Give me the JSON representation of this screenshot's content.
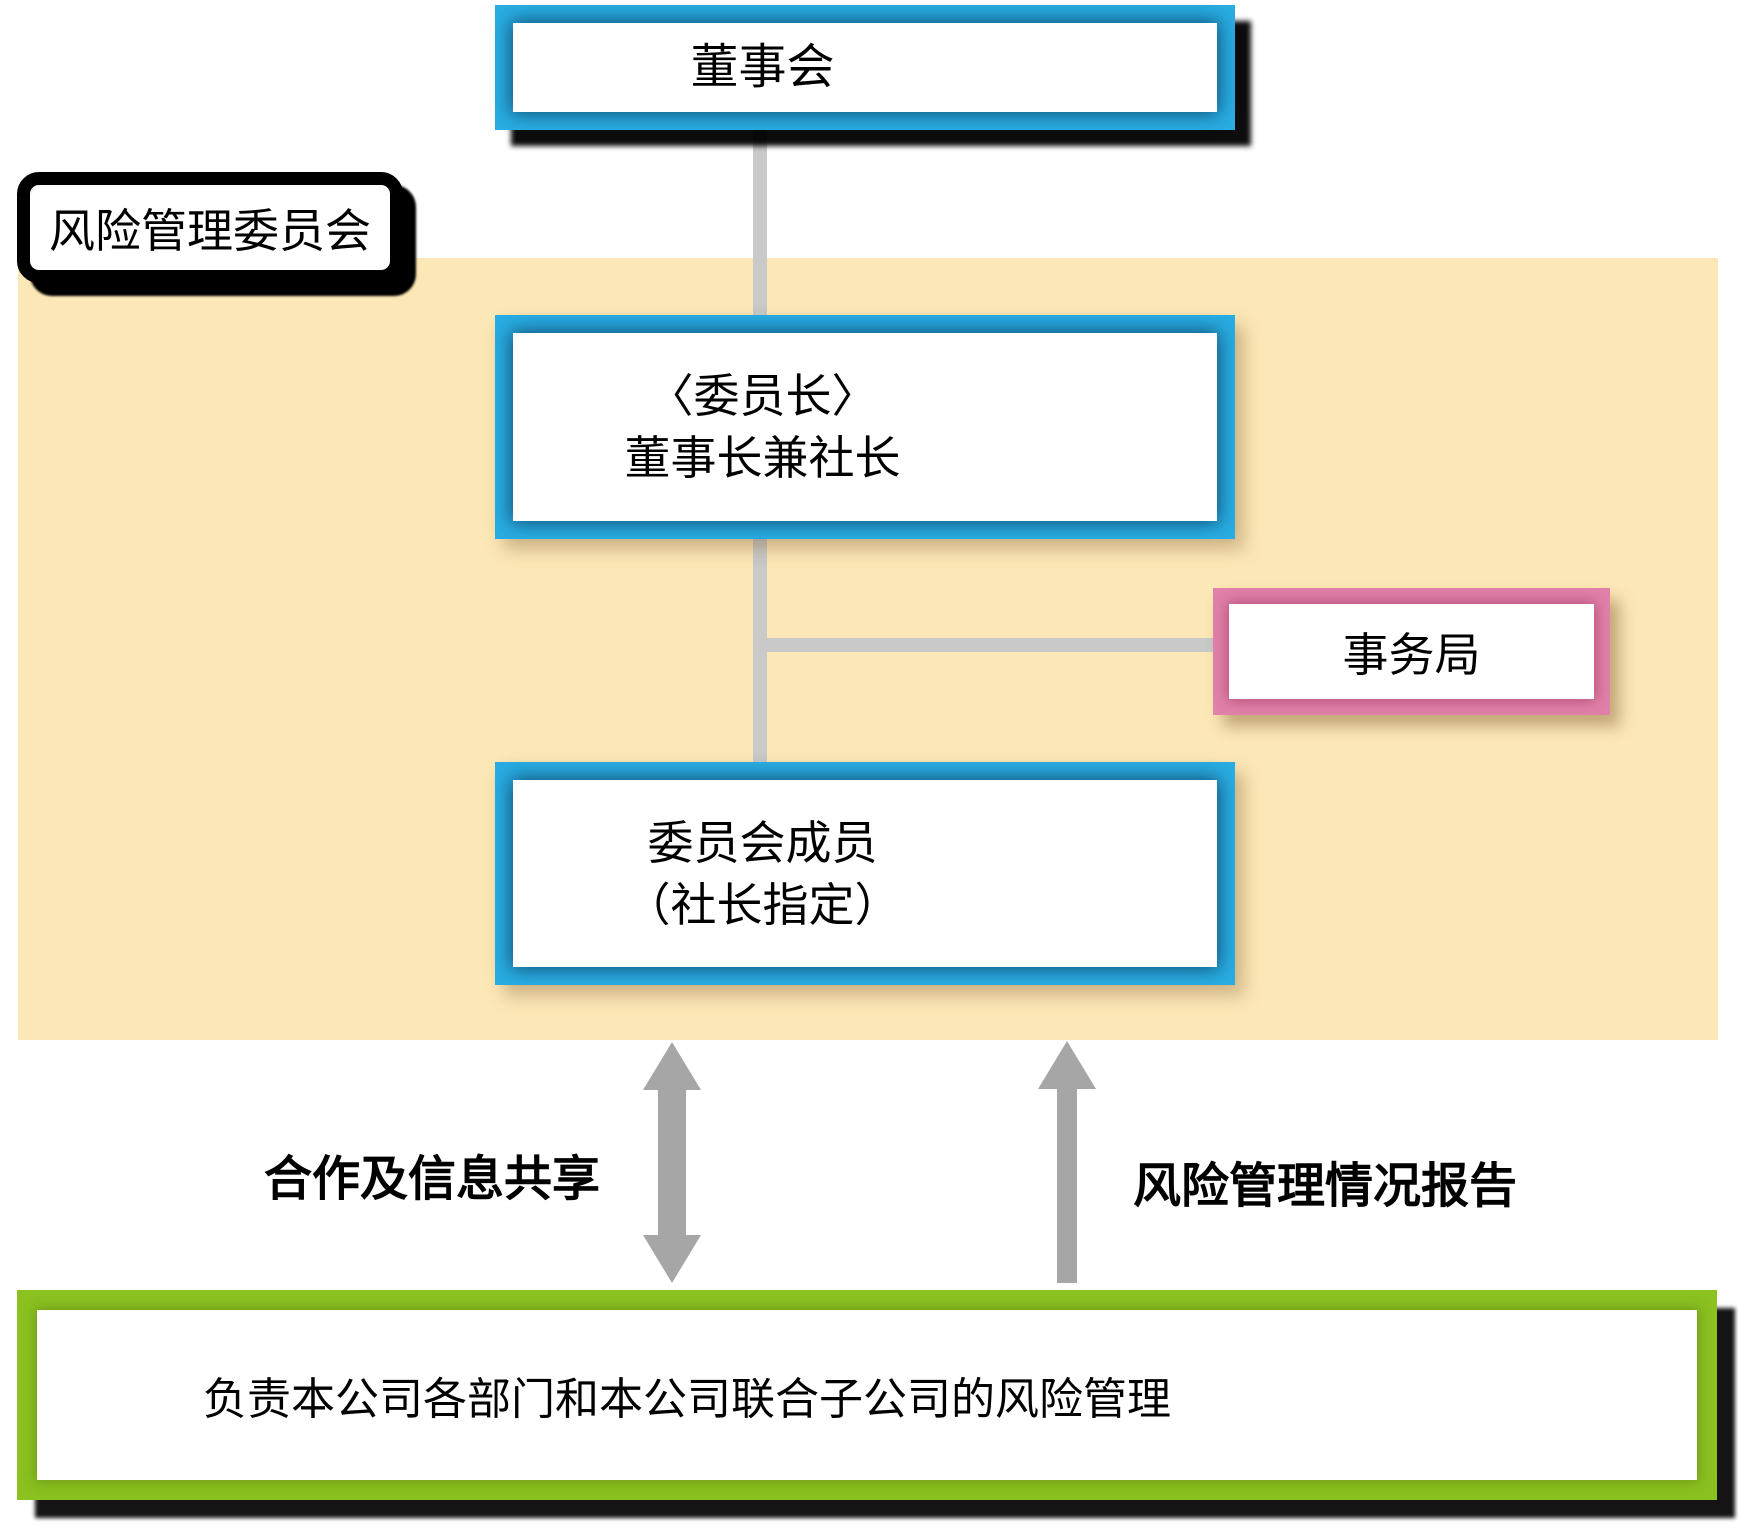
{
  "diagram": {
    "committee_label": "风险管理委员会",
    "boxes": {
      "board": "董事会",
      "chairman": {
        "line1": "〈委员长〉",
        "line2": "董事长兼社长"
      },
      "secretariat": "事务局",
      "members": {
        "line1": "委员会成员",
        "line2": "（社长指定）"
      },
      "responsibility": "负责本公司各部门和本公司联合子公司的风险管理"
    },
    "arrow_labels": {
      "left": "合作及信息共享",
      "right": "风险管理情况报告"
    },
    "colors": {
      "box_border_cyan": "#29AEE4",
      "secretariat_border_pink": "#E282AA",
      "responsibility_border_green": "#8BC220",
      "committee_panel_beige": "#FCE7B6",
      "connector_gray": "#C9C9C9",
      "arrow_gray": "#A6A6A6",
      "label_box_border": "#000000",
      "text": "#000000"
    }
  }
}
